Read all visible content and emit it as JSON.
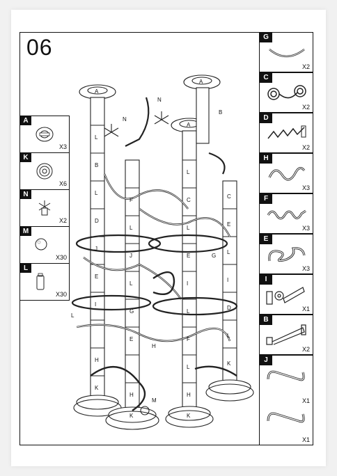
{
  "step": "06",
  "left_parts": [
    {
      "letter": "A",
      "qty": "X3",
      "icon": "bowl-funnel-icon"
    },
    {
      "letter": "K",
      "qty": "X6",
      "icon": "spiral-bowl-icon"
    },
    {
      "letter": "N",
      "qty": "X2",
      "icon": "windmill-icon"
    },
    {
      "letter": "M",
      "qty": "X30",
      "icon": "marble-icon"
    },
    {
      "letter": "L",
      "qty": "X30",
      "icon": "connector-tube-icon"
    }
  ],
  "right_parts": [
    {
      "letter": "G",
      "qty": "X2",
      "icon": "curved-rail-icon"
    },
    {
      "letter": "C",
      "qty": "X2",
      "icon": "spiral-rail-icon"
    },
    {
      "letter": "D",
      "qty": "X2",
      "icon": "zigzag-track-icon"
    },
    {
      "letter": "H",
      "qty": "X3",
      "icon": "s-curve-rail-icon"
    },
    {
      "letter": "F",
      "qty": "X3",
      "icon": "wave-rail-icon"
    },
    {
      "letter": "E",
      "qty": "X3",
      "icon": "loop-rail-icon"
    },
    {
      "letter": "I",
      "qty": "X1",
      "icon": "wheel-ramp-icon"
    },
    {
      "letter": "B",
      "qty": "X2",
      "icon": "straight-ramp-icon"
    },
    {
      "letter": "J",
      "qty": "X1",
      "icon": "hook-rail-icon",
      "extra_qty": "X1"
    }
  ],
  "tower_labels": {
    "A": "A",
    "B": "B",
    "C": "C",
    "D": "D",
    "E": "E",
    "F": "F",
    "G": "G",
    "H": "H",
    "I": "I",
    "J": "J",
    "K": "K",
    "L": "L",
    "M": "M",
    "N": "N"
  }
}
